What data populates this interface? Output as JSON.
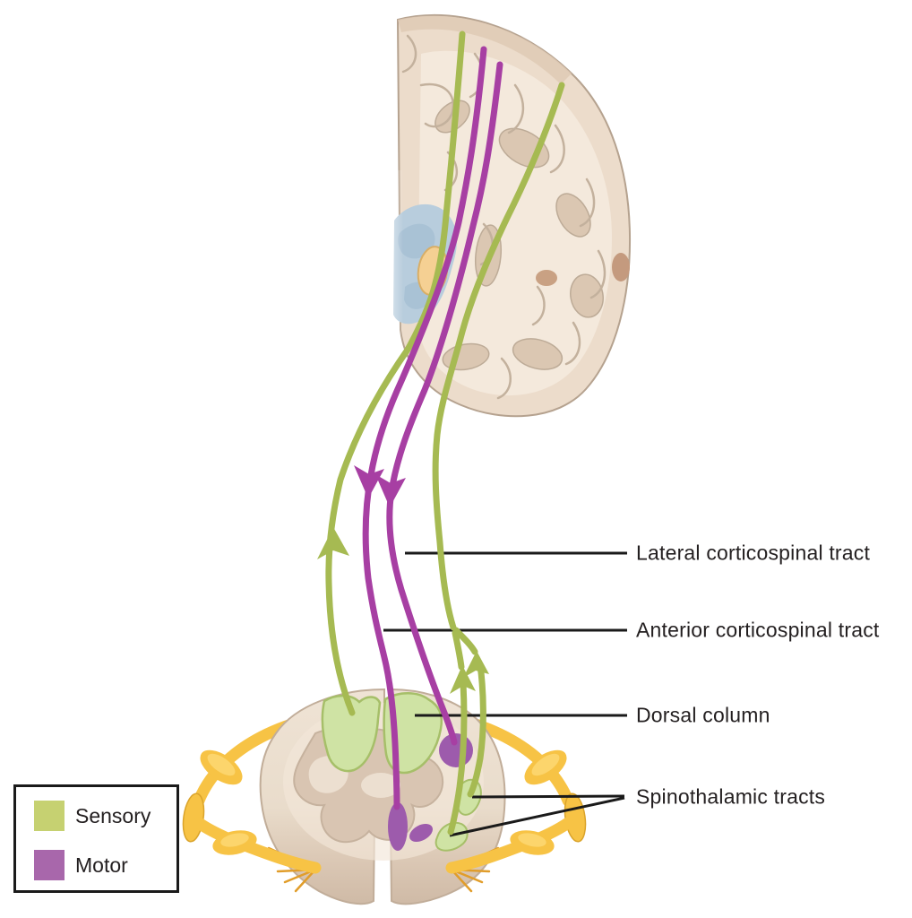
{
  "figure": {
    "type": "anatomical-diagram",
    "description": "Sensory and motor pathways between the brain and spinal cord",
    "labels": {
      "lateral_corticospinal": "Lateral corticospinal tract",
      "anterior_corticospinal": "Anterior corticospinal tract",
      "dorsal_column": "Dorsal column",
      "spinothalamic": "Spinothalamic tracts"
    },
    "legend": {
      "items": [
        {
          "label": "Sensory",
          "color": "#c6d171"
        },
        {
          "label": "Motor",
          "color": "#a867ab"
        }
      ]
    },
    "colors": {
      "sensory_line": "#a6ba52",
      "motor_line": "#a73fa3",
      "leader_line": "#1a1a1a",
      "nerve_roots": "#f7c345",
      "root_shadow": "#e19d2a",
      "cord_body": "#e9dccb",
      "gray_matter": "#d9c5b2",
      "tract_region_green": "#cfe3a4",
      "tract_region_green_border": "#a6bf69",
      "tract_region_purple": "#9d5bac",
      "thalamus_blue": "#b8cddd",
      "nucleus_orange": "#f5d093",
      "brain_cortex": "#ecdccb"
    }
  }
}
